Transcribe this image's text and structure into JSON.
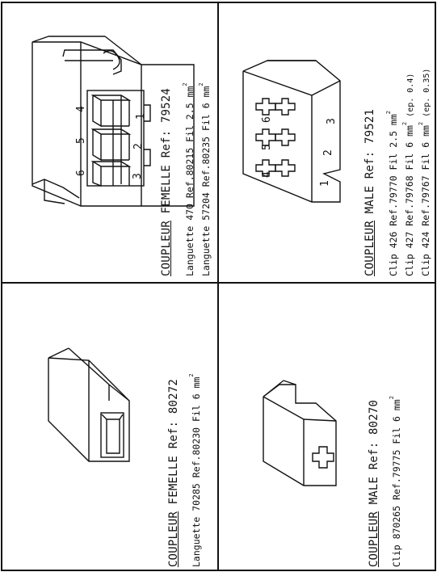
{
  "panels": {
    "female_6": {
      "title_prefix": "COUPLEUR",
      "title_rest": " FEMELLE Ref: 79524",
      "line1": "Languette 470 Ref.80215 Fil 2.5 mm",
      "line1_sup": "2",
      "line2": "Languette 57204 Ref.80235 Fil 6 mm",
      "line2_sup": "2",
      "pin_labels": [
        "4",
        "5",
        "6",
        "1",
        "2",
        "3"
      ]
    },
    "male_6": {
      "title_prefix": "COUPLEUR",
      "title_rest": " MALE Ref: 79521",
      "line1": "Clip 426 Ref.79770 Fil 2.5 mm",
      "line1_sup": "2",
      "line2": "Clip 427 Ref.79768 Fil 6 mm",
      "line2_sup": "2",
      "line2_note": " (ep. 0.4)",
      "line3": "Clip 424 Ref.79767 Fil 6 mm",
      "line3_sup": "2",
      "line3_note": " (ep. 0.35)",
      "pin_labels": [
        "6",
        "5",
        "4",
        "3",
        "2",
        "1"
      ]
    },
    "female_1": {
      "title_prefix": "COUPLEUR",
      "title_rest": " FEMELLE Ref: 80272",
      "line1": "Languette 70285 Ref.80230 Fil 6 mm",
      "line1_sup": "2"
    },
    "male_1": {
      "title_prefix": "COUPLEUR",
      "title_rest": " MALE Ref: 80270",
      "line1": "Clip 870265 Ref.79775 Fil 6 mm",
      "line1_sup": "2"
    }
  }
}
